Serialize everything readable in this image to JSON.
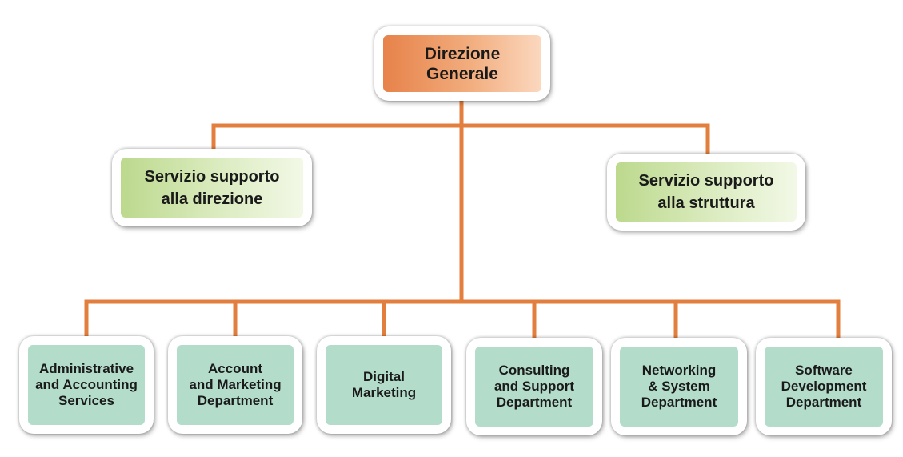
{
  "colors": {
    "connector": "#e37f3e",
    "top_box_gradient": [
      "#e7824a",
      "#fbd8bf"
    ],
    "support_box_gradient": [
      "#bcd98d",
      "#f2f8e6"
    ],
    "department_box": "#b3dcca"
  },
  "root": {
    "label": "Direzione\nGenerale"
  },
  "support_units": [
    {
      "label": "Servizio supporto\nalla direzione"
    },
    {
      "label": "Servizio supporto\nalla struttura"
    }
  ],
  "departments": [
    {
      "label": "Administrative\nand Accounting\nServices"
    },
    {
      "label": "Account\nand Marketing\nDepartment"
    },
    {
      "label": "Digital\nMarketing"
    },
    {
      "label": "Consulting\nand Support\nDepartment"
    },
    {
      "label": "Networking\n& System\nDepartment"
    },
    {
      "label": "Software\nDevelopment\nDepartment"
    }
  ]
}
